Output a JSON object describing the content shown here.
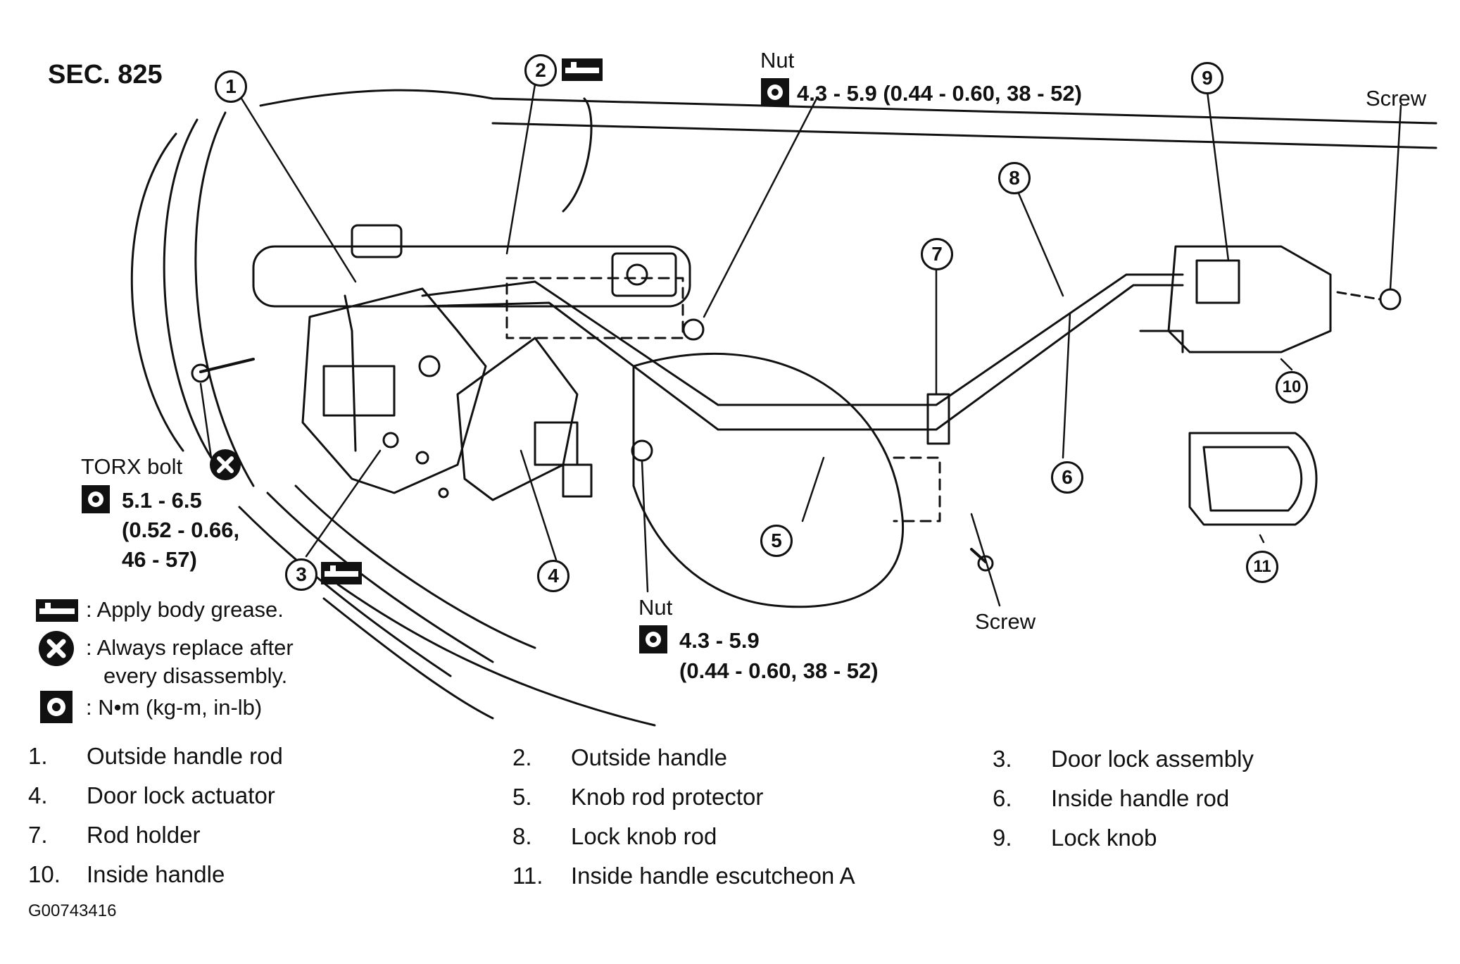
{
  "section": "SEC. 825",
  "callouts": {
    "nut_top": {
      "label": "Nut",
      "torque": "4.3 - 5.9 (0.44 - 0.60, 38 - 52)"
    },
    "nut_bottom": {
      "label": "Nut",
      "torque_line1": "4.3 - 5.9",
      "torque_line2": "(0.44 - 0.60, 38 - 52)"
    },
    "screw_right": "Screw",
    "screw_bottom": "Screw",
    "torx": {
      "label": "TORX bolt",
      "line1": "5.1 - 6.5",
      "line2": "(0.52 - 0.66,",
      "line3": "46 - 57)"
    }
  },
  "part_numbers": [
    "1",
    "2",
    "3",
    "4",
    "5",
    "6",
    "7",
    "8",
    "9",
    "10",
    "11"
  ],
  "symbol_legend": {
    "grease": ": Apply body grease.",
    "replace_line1": ": Always replace after",
    "replace_line2": "every disassembly.",
    "torque_units": ": N•m (kg-m, in-lb)"
  },
  "parts": [
    {
      "n": "1.",
      "name": "Outside handle rod"
    },
    {
      "n": "2.",
      "name": "Outside handle"
    },
    {
      "n": "3.",
      "name": "Door lock assembly"
    },
    {
      "n": "4.",
      "name": "Door lock actuator"
    },
    {
      "n": "5.",
      "name": "Knob rod protector"
    },
    {
      "n": "6.",
      "name": "Inside handle rod"
    },
    {
      "n": "7.",
      "name": "Rod holder"
    },
    {
      "n": "8.",
      "name": "Lock knob rod"
    },
    {
      "n": "9.",
      "name": "Lock knob"
    },
    {
      "n": "10.",
      "name": "Inside handle"
    },
    {
      "n": "11.",
      "name": "Inside handle escutcheon A"
    }
  ],
  "figure_id": "G00743416",
  "icons": [
    "grease-icon",
    "replace-icon",
    "torque-wrench-icon"
  ]
}
